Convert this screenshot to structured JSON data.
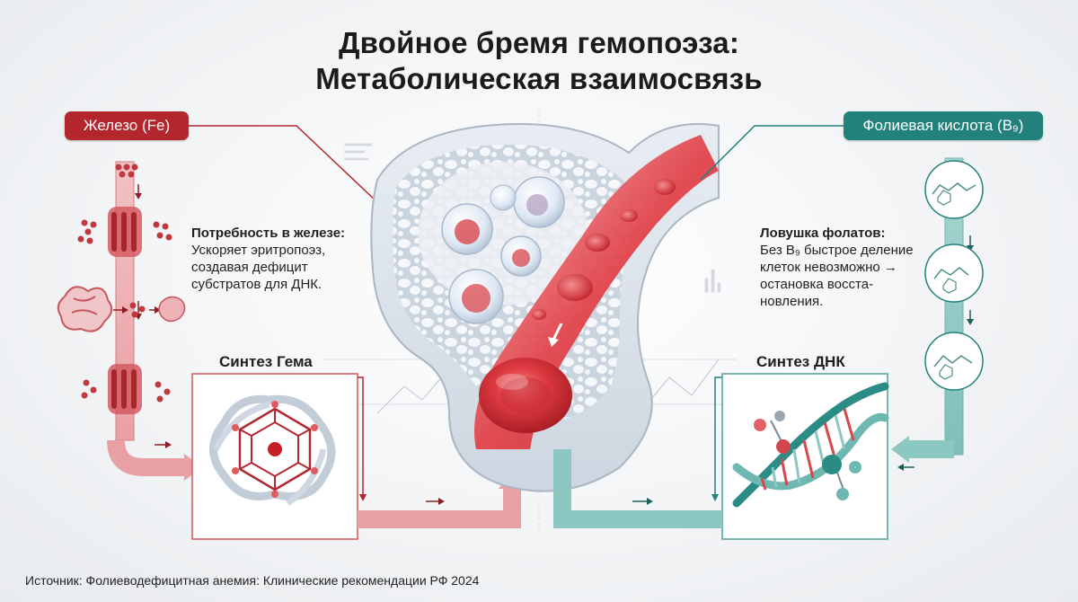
{
  "title": {
    "line1": "Двойное бремя гемопоэза:",
    "line2": "Метаболическая взаимосвязь"
  },
  "labels": {
    "iron": "Железо (Fe)",
    "folate": "Фолиевая кислота (B₉)",
    "heme_synthesis": "Синтез Гема",
    "dna_synthesis": "Синтез ДНК"
  },
  "notes": {
    "iron_need": {
      "heading": "Потребность в железе:",
      "lines": [
        "Ускоряет эритропоэз,",
        "создавая дефицит",
        "субстратов для ДНК."
      ]
    },
    "folate_trap": {
      "heading": "Ловушка фолатов:",
      "lines": [
        "Без B₉ быстрое деление",
        "клеток невозможно →",
        "остановка восста-",
        "новления."
      ]
    }
  },
  "source": "Источник: Фолиеводефицитная анемия: Клинические рекомендации РФ 2024",
  "colors": {
    "iron": "#b3262d",
    "iron_light": "#e8a3a6",
    "folate": "#22817a",
    "folate_light": "#8cc7c2",
    "bone": "#dfe5ec"
  },
  "icons": [
    "transporter-icon",
    "ferritin-icon",
    "heme-porphyrin-icon",
    "dna-helix-icon",
    "folate-molecule-icon",
    "red-blood-cell-icon",
    "bone-marrow-icon"
  ]
}
